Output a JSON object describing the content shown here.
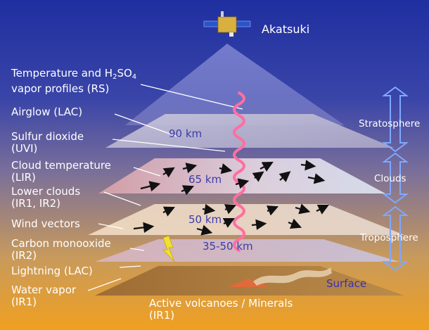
{
  "satellite": {
    "name": "Akatsuki"
  },
  "instruments": [
    {
      "line1": "Temperature and H",
      "sub": "2",
      "mid": "SO",
      "sub2": "4",
      "line2": "vapor profiles (RS)"
    },
    {
      "line1": "Airglow (LAC)",
      "line2": ""
    },
    {
      "line1": "Sulfur dioxide",
      "line2": "(UVI)"
    },
    {
      "line1": "Cloud temperature",
      "line2": "(LIR)"
    },
    {
      "line1": "Lower clouds",
      "line2": "(IR1, IR2)"
    },
    {
      "line1": "Wind vectors",
      "line2": ""
    },
    {
      "line1": "Carbon monooxide",
      "line2": "(IR2)"
    },
    {
      "line1": "Lightning (LAC)",
      "line2": ""
    },
    {
      "line1": "Water vapor",
      "line2": "(IR1)"
    }
  ],
  "altitudes": [
    "90 km",
    "65 km",
    "50 km",
    "35-50 km"
  ],
  "regions": [
    "Stratosphere",
    "Clouds",
    "Troposphere"
  ],
  "surface": "Surface",
  "volcanoes": {
    "line1": "Active volcanoes / Minerals",
    "line2": "(IR1)"
  },
  "colors": {
    "arrow_region": "#7fa8ff",
    "wave": "#ff6fa0",
    "lightning": "#f2e030",
    "km_text": "#3c3ca8"
  }
}
